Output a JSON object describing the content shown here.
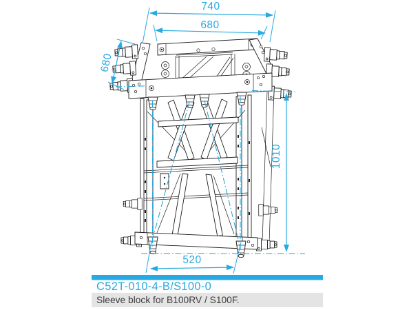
{
  "drawing": {
    "dim_width_top": "740",
    "dim_width_inner": "680",
    "dim_depth": "680",
    "dim_height": "1010",
    "dim_width_bottom": "520"
  },
  "product": {
    "code": "C52T-010-4-B/S100-0",
    "description": "Sleeve block for B100RV / S100F."
  },
  "colors": {
    "accent": "#29A9E1",
    "line": "#1e1e1e",
    "description_bg": "#E4E4E4",
    "description_text": "#3b3b3b"
  }
}
